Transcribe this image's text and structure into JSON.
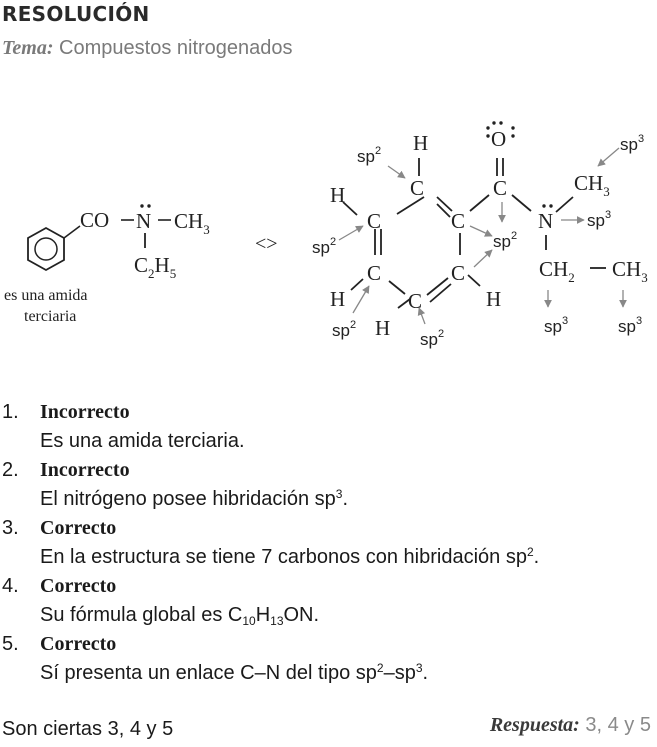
{
  "header": {
    "title": "RESOLUCIÓN",
    "tema_label": "Tema:",
    "tema_value": "Compuestos nitrogenados"
  },
  "structure": {
    "left_co": "CO",
    "left_n": "N",
    "left_ch3": "CH",
    "left_c2h5_c": "C",
    "left_c2h5_h": "H",
    "note_line1": "es una amida",
    "note_line2": "terciaria",
    "equiv": "<>",
    "hybrid_sp2": "sp",
    "hybrid_sp3": "sp",
    "sup2": "2",
    "sup3": "3",
    "sub2": "2",
    "sub3": "3",
    "sub5": "5"
  },
  "items": [
    {
      "num": "1.",
      "head": "Incorrecto",
      "desc": "Es una amida terciaria."
    },
    {
      "num": "2.",
      "head": "Incorrecto",
      "desc_a": "El nitrógeno posee hibridación sp",
      "sup": "3",
      "desc_b": "."
    },
    {
      "num": "3.",
      "head": "Correcto",
      "desc_a": "En la estructura se tiene 7 carbonos con hibridación sp",
      "sup": "2",
      "desc_b": "."
    },
    {
      "num": "4.",
      "head": "Correcto",
      "desc_a": "Su fórmula global es C",
      "sub1": "10",
      "desc_b": "H",
      "sub2": "13",
      "desc_c": "ON."
    },
    {
      "num": "5.",
      "head": "Correcto",
      "desc_a": "Sí presenta un enlace C",
      "dash": "–",
      "desc_b": "N del tipo sp",
      "sup1": "2",
      "desc_c": "–sp",
      "sup2": "3",
      "desc_d": "."
    }
  ],
  "footer": {
    "conclusion": "Son ciertas 3, 4 y 5",
    "answer_label": "Respuesta:",
    "answer_value": "3, 4 y 5"
  }
}
